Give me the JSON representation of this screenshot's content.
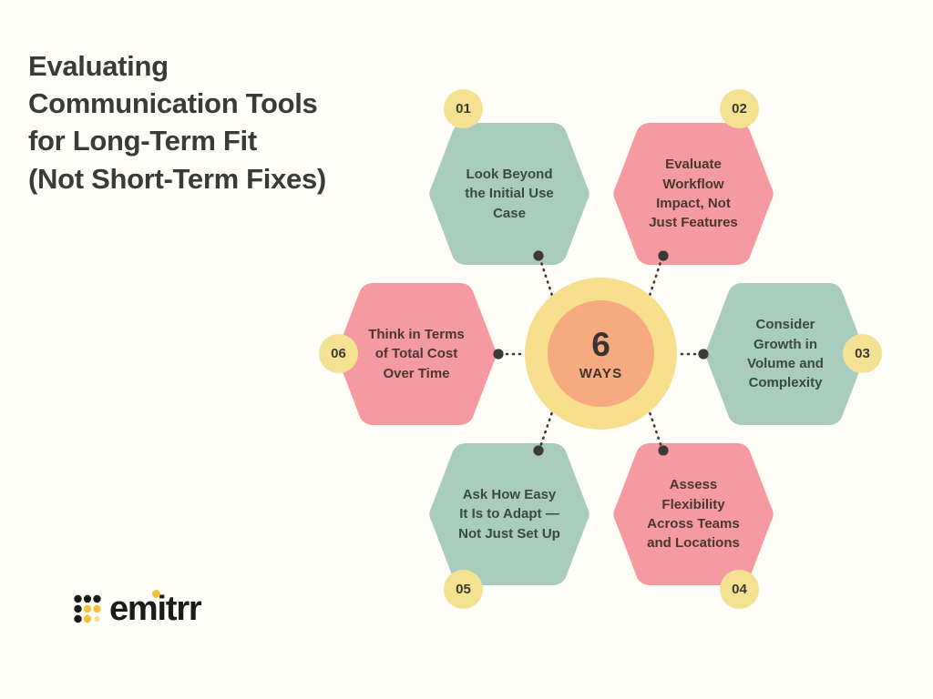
{
  "title": {
    "lines": [
      "Evaluating",
      "Communication Tools",
      "for Long-Term Fit",
      "(Not Short-Term Fixes)"
    ],
    "full": "Evaluating Communication Tools for Long-Term Fit (Not Short-Term Fixes)"
  },
  "hub": {
    "number": "6",
    "caption": "WAYS",
    "outer_color": "#F7DF8E",
    "inner_color": "#F7A980"
  },
  "colors": {
    "background": "#FFFDF7",
    "green": "#A8CCBE",
    "pink": "#F59AA0",
    "badge": "#F5E192",
    "connector": "#3A3A38",
    "title_text": "#3A3A38",
    "logo_accent": "#F3C23B"
  },
  "nodes": [
    {
      "number": "01",
      "label": "Look Beyond\nthe Initial Use\nCase",
      "color": "#A8CCBE",
      "variant": "green",
      "badge_position": "top-left"
    },
    {
      "number": "02",
      "label": "Evaluate\nWorkflow\nImpact, Not\nJust Features",
      "color": "#F59AA0",
      "variant": "pink",
      "badge_position": "top-right"
    },
    {
      "number": "03",
      "label": "Consider\nGrowth in\nVolume and\nComplexity",
      "color": "#A8CCBE",
      "variant": "green",
      "badge_position": "right"
    },
    {
      "number": "04",
      "label": "Assess\nFlexibility\nAcross Teams\nand Locations",
      "color": "#F59AA0",
      "variant": "pink",
      "badge_position": "bottom-right"
    },
    {
      "number": "05",
      "label": "Ask How Easy\nIt Is to Adapt  —\nNot Just Set Up",
      "color": "#A8CCBE",
      "variant": "green",
      "badge_position": "bottom-left"
    },
    {
      "number": "06",
      "label": "Think in Terms\nof Total Cost\nOver Time",
      "color": "#F59AA0",
      "variant": "pink",
      "badge_position": "left"
    }
  ],
  "logo": {
    "wordmark": "emitrr"
  }
}
